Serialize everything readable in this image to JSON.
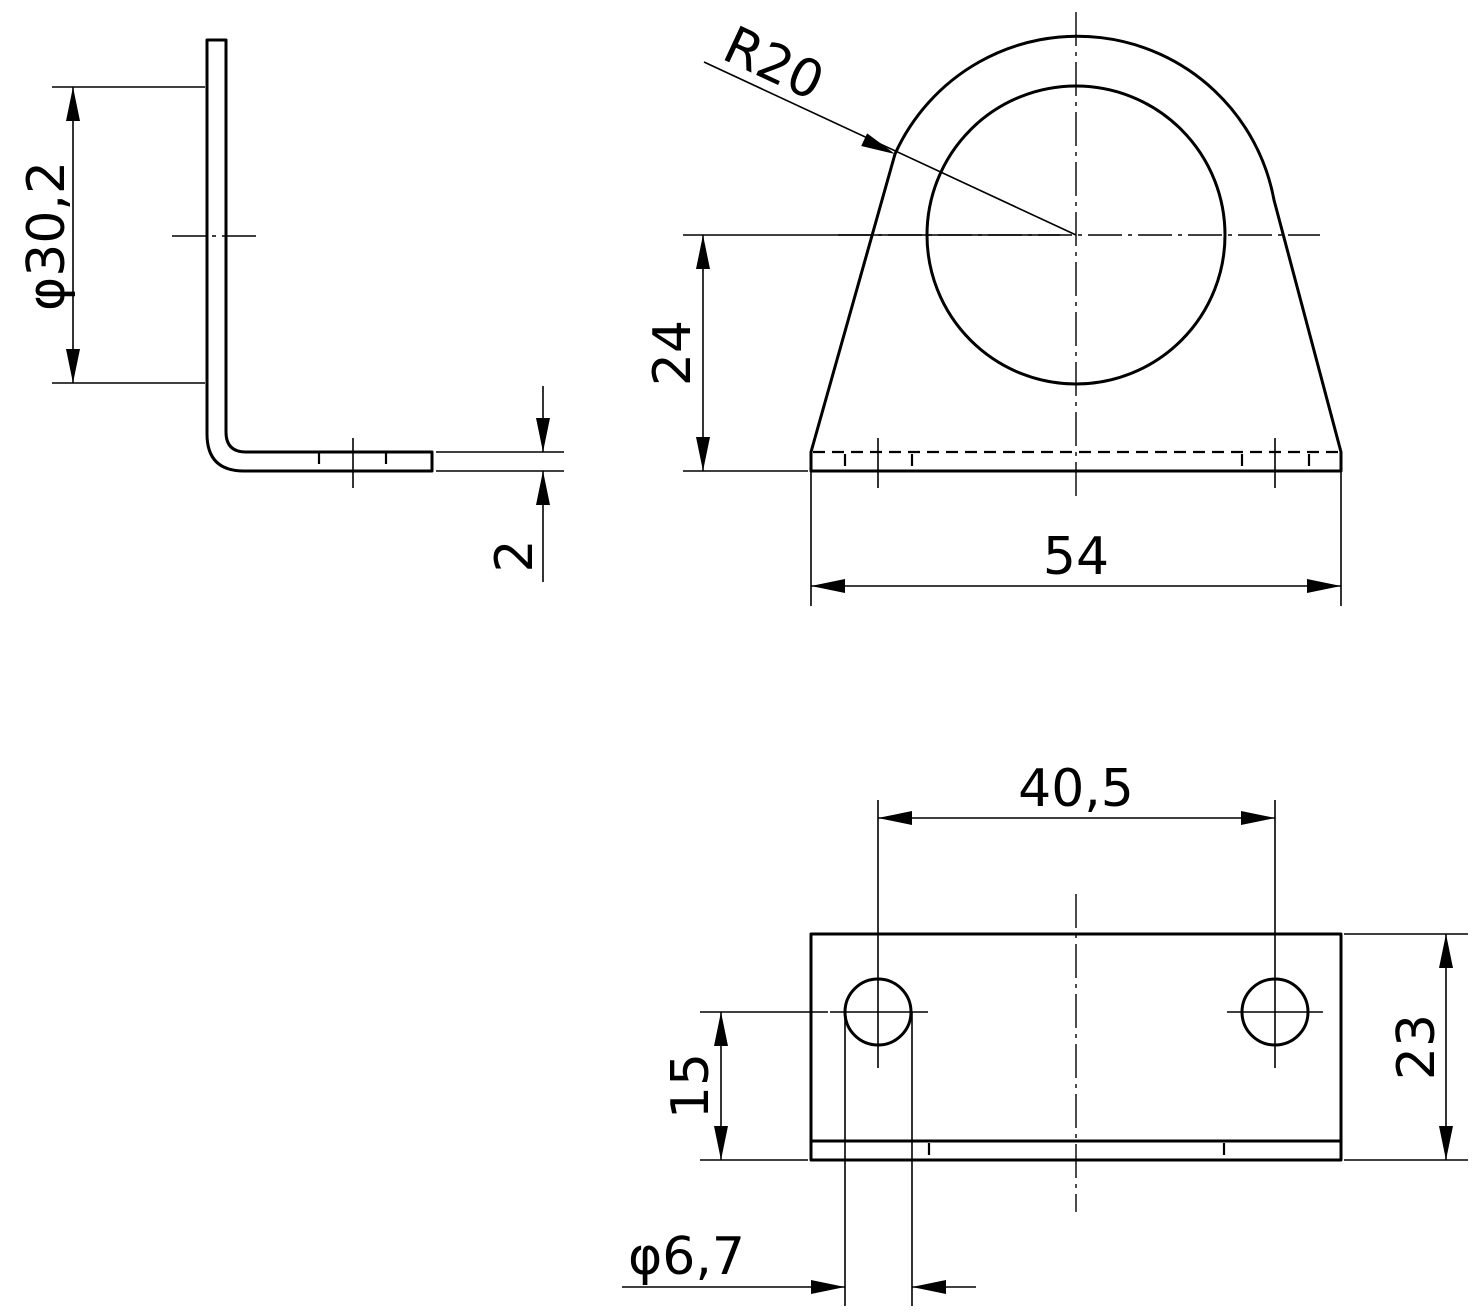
{
  "dimensions": {
    "side_hole_diameter": "φ30,2",
    "thickness": "2",
    "radius": "R20",
    "center_height": "24",
    "width": "54",
    "hole_spacing": "40,5",
    "hole_height": "15",
    "depth": "23",
    "small_hole_diameter": "φ6,7"
  }
}
